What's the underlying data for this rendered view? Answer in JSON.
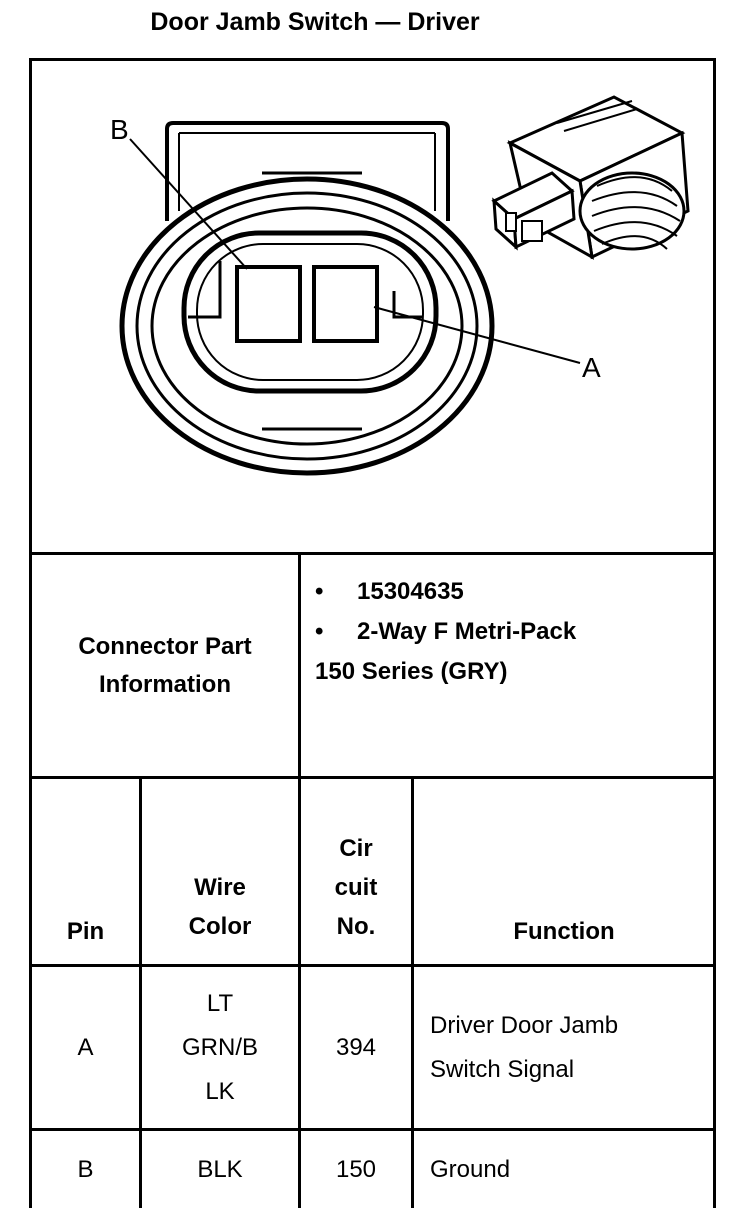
{
  "title": "Door Jamb Switch — Driver",
  "diagram": {
    "label_b": "B",
    "label_a": "A"
  },
  "connector": {
    "label_line1": "Connector Part",
    "label_line2": "Information",
    "items": [
      "15304635",
      "2-Way F Metri-Pack"
    ],
    "continuation": "150 Series (GRY)"
  },
  "table": {
    "headers": {
      "pin": "Pin",
      "wire_color_1": "Wire",
      "wire_color_2": "Color",
      "circuit_1": "Cir",
      "circuit_2": "cuit",
      "circuit_3": "No.",
      "function": "Function"
    },
    "rows": [
      {
        "pin": "A",
        "wire_color_lines": [
          "LT",
          "GRN/B",
          "LK"
        ],
        "circuit": "394",
        "function_lines": [
          "Driver Door Jamb",
          "Switch Signal"
        ]
      },
      {
        "pin": "B",
        "wire_color_lines": [
          "BLK"
        ],
        "circuit": "150",
        "function_lines": [
          "Ground"
        ]
      }
    ]
  }
}
